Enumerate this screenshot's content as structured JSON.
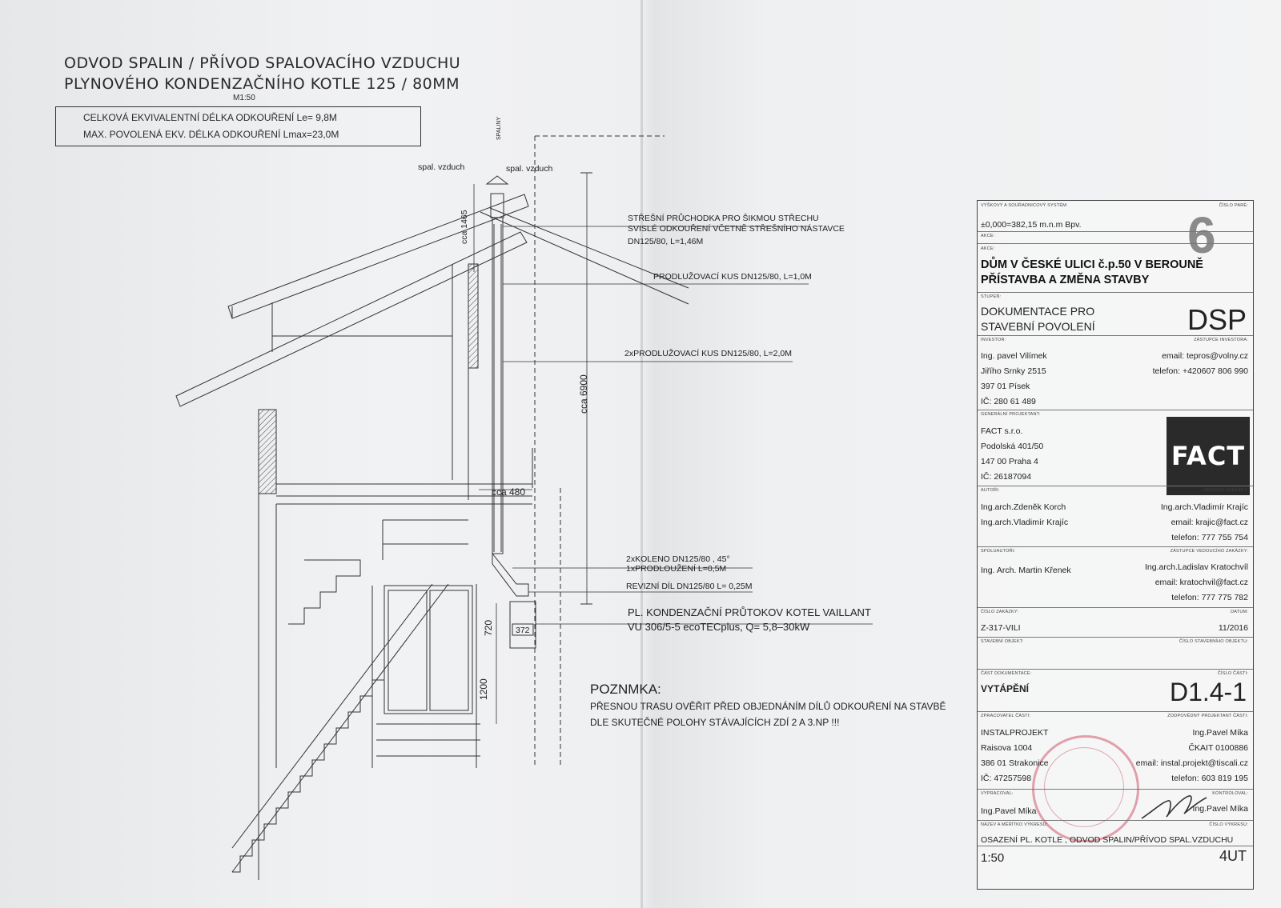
{
  "drawing": {
    "title_line1": "ODVOD SPALIN / PŘÍVOD SPALOVACÍHO VZDUCHU",
    "title_line2": "PLYNOVÉHO KONDENZAČNÍHO KOTLE 125 / 80MM",
    "scale": "M1:50",
    "summary": {
      "line1": "CELKOVÁ EKVIVALENTNÍ DÉLKA ODKOUŘENÍ Le= 9,8M",
      "line2": "MAX. POVOLENÁ EKV. DÉLKA ODKOUŘENÍ    Lmax=23,0M"
    },
    "labels": {
      "air_left": "spal. vzduch",
      "air_right": "spal. vzduch",
      "flue": "SPALINY",
      "roof_passage_1": "STŘEŠNÍ PRŮCHODKA PRO ŠIKMOU STŘECHU",
      "roof_passage_2": "SVISLÉ ODKOUŘENÍ VČETNĚ STŘEŠNÍHO NÁSTAVCE",
      "roof_passage_3": "DN125/80, L=1,46M",
      "extension_1": "PRODLUŽOVACÍ KUS DN125/80, L=1,0M",
      "extension_2": "2xPRODLUŽOVACÍ KUS DN125/80, L=2,0M",
      "elbow_1": "2xKOLENO DN125/80 , 45°",
      "elbow_2": "1xPRODLOUŽENÍ L=0,5M",
      "revision": "REVIZNÍ DÍL DN125/80 L= 0,25M",
      "boiler_1": "PL. KONDENZAČNÍ PRŮTOKOV KOTEL VAILLANT",
      "boiler_2": "VU 306/5-5 ecoTECplus, Q= 5,8–30kW"
    },
    "dimensions": {
      "d1465": "cca 1465",
      "d6900": "cca 6900",
      "d480": "cca 480",
      "d720": "720",
      "d372": "372",
      "d1200": "1200"
    },
    "note": {
      "heading": "POZNMKA:",
      "line1": "PŘESNOU TRASU OVĚŘIT PŘED OBJEDNÁNÍM DÍLŮ ODKOUŘENÍ NA STAVBĚ",
      "line2": "DLE SKUTEČNÉ POLOHY STÁVAJÍCÍCH ZDÍ 2 A 3.NP !!!"
    }
  },
  "title_block": {
    "cap_height_system": "VÝŠKOVÝ A SOUŘADNICOVÝ SYSTÉM:",
    "cap_page_no": "ČÍSLO PARÉ:",
    "height_system": "±0,000=382,15 m.n.m Bpv.",
    "page_no": "6",
    "cap_action1": "AKCE:",
    "cap_action2": "AKCE:",
    "project_line1": "DŮM V ČESKÉ ULICI č.p.50 V BEROUNĚ",
    "project_line2": "PŘÍSTAVBA A ZMĚNA STAVBY",
    "cap_stage": "STUPEŇ:",
    "stage_line1": "DOKUMENTACE PRO",
    "stage_line2": "STAVEBNÍ POVOLENÍ",
    "stage_code": "DSP",
    "cap_investor": "INVESTOR:",
    "cap_investor_rep": "ZÁSTUPCE INVESTORA:",
    "investor": [
      "Ing. pavel Vilímek",
      "Jiřího Srnky 2515",
      "397 01 Písek",
      "IČ: 280 61 489"
    ],
    "investor_email": "email: tepros@volny.cz",
    "investor_phone": "telefon: +420607 806 990",
    "cap_general": "GENERÁLNÍ PROJEKTANT:",
    "general": [
      "FACT s.r.o.",
      "Podolská 401/50",
      "147 00  Praha 4",
      "IČ: 26187094"
    ],
    "logo": "FACT",
    "cap_authors": "AUTOŘI:",
    "cap_lead": "VEDOUCÍ ZAKÁZKY:",
    "authors": [
      "Ing.arch.Zdeněk Korch",
      "Ing.arch.Vladimír Krajíc"
    ],
    "lead": "Ing.arch.Vladimír Krajíc",
    "lead_email": "email: krajic@fact.cz",
    "lead_phone": "telefon: 777 755 754",
    "cap_coauthors": "SPOLUAUTOŘI:",
    "cap_lead_rep": "ZÁSTUPCE VEDOUCÍHO ZAKÁZKY:",
    "coauthor": "Ing. Arch. Martin Křenek",
    "lead_rep": "Ing.arch.Ladislav Kratochvíl",
    "lead_rep_email": "email: kratochvil@fact.cz",
    "lead_rep_phone": "telefon: 777 775 782",
    "cap_order": "ČÍSLO ZAKÁZKY:",
    "cap_date": "DATUM:",
    "order_no": "Z-317-VILI",
    "date": "11/2016",
    "cap_object": "STAVEBNÍ OBJEKT:",
    "cap_object_no": "ČÍSLO STAVEBNÍHO OBJEKTU:",
    "cap_part": "ČÁST DOKUMENTACE:",
    "cap_part_no": "ČÍSLO ČÁSTI:",
    "part": "VYTÁPĚNÍ",
    "part_no": "D1.4-1",
    "cap_processor": "ZPRACOVATEL ČÁSTI:",
    "cap_responsible": "ZODPOVĚDNÝ PROJEKTANT ČÁSTI:",
    "processor": [
      "INSTALPROJEKT",
      "Raisova 1004",
      "386 01 Strakonice",
      "IČ: 47257598"
    ],
    "responsible": "Ing.Pavel Míka",
    "responsible_ckait": "ČKAIT 0100886",
    "responsible_email": "email: instal.projekt@tiscali.cz",
    "responsible_phone": "telefon: 603 819 195",
    "cap_drawn": "VYPRACOVAL:",
    "cap_checked": "KONTROLOVAL:",
    "drawn": "Ing.Pavel Míka",
    "checked": "Ing.Pavel Míka",
    "cap_name": "NÁZEV A MĚŘÍTKO VÝKRESU:",
    "cap_drawing_no": "ČÍSLO VÝKRESU:",
    "drawing_name": "OSAZENÍ PL. KOTLE , ODVOD SPALIN/PŘÍVOD SPAL.VZDUCHU",
    "drawing_scale": "1:50",
    "drawing_no": "4UT"
  },
  "colors": {
    "ink": "#2a2a2a",
    "paper": "#eeeff1",
    "stamp": "#cd5a6e",
    "logo_bg": "#2a2a2a"
  }
}
